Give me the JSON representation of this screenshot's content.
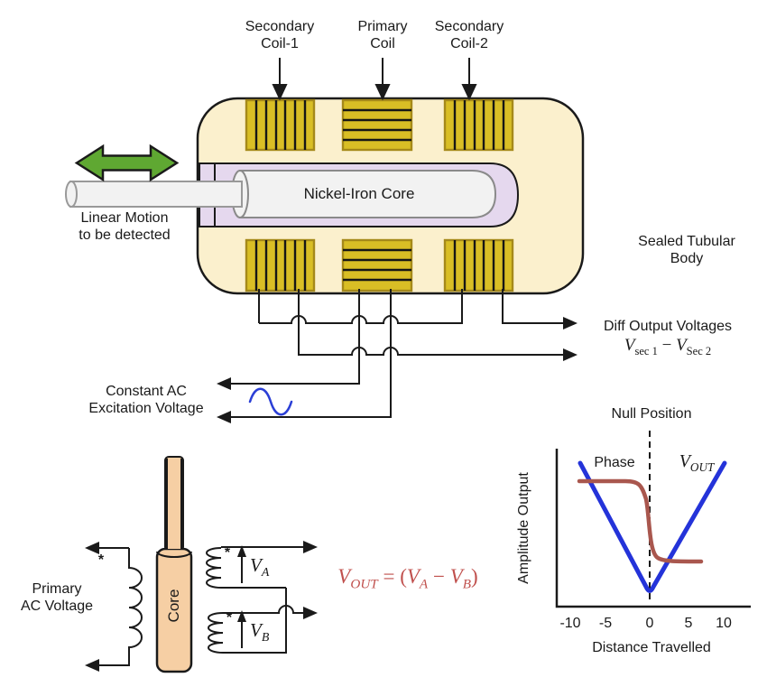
{
  "title_labels": {
    "secondary_coil_1": [
      "Secondary",
      "Coil-1"
    ],
    "primary_coil": [
      "Primary",
      "Coil"
    ],
    "secondary_coil_2": [
      "Secondary",
      "Coil-2"
    ]
  },
  "body": {
    "core_label": "Nickel-Iron Core",
    "sealed_body": [
      "Sealed Tubular",
      "Body"
    ],
    "linear_motion": [
      "Linear Motion",
      "to be detected"
    ]
  },
  "wiring": {
    "diff_output": "Diff Output Voltages",
    "vsec_formula": {
      "V1": "V",
      "sub1": "sec 1",
      "minus": " − ",
      "V2": "V",
      "sub2": "Sec 2"
    },
    "constant_ac": [
      "Constant AC",
      "Excitation Voltage"
    ]
  },
  "schematic": {
    "primary_ac": [
      "Primary",
      "AC Voltage"
    ],
    "core": "Core",
    "star": "*",
    "va": {
      "V": "V",
      "sub": "A"
    },
    "vb": {
      "V": "V",
      "sub": "B"
    },
    "formula": {
      "V": "V",
      "sub": "OUT",
      "eq": " = (",
      "Va": "V",
      "suba": "A",
      "minus": " − ",
      "Vb": "V",
      "subb": "B",
      "close": ")"
    }
  },
  "graph": {
    "title": "Null Position",
    "phase_label": "Phase",
    "vout_label": {
      "V": "V",
      "sub": "OUT"
    },
    "ylabel": "Amplitude Output",
    "xlabel": "Distance Travelled",
    "ticks": [
      "-10",
      "-5",
      "0",
      "5",
      "10"
    ]
  },
  "colors": {
    "body_fill": "#FBF0CD",
    "coil_fill": "#D9BE25",
    "coil_border": "#A5891A",
    "tube_fill": "#E5D8EE",
    "core_fill": "#F2F2F2",
    "motion_arrow_green": "#5FA832",
    "signal_blue": "#2B3FD6",
    "vout_curve_blue": "#2433D9",
    "phase_curve_red": "#A9574E",
    "formula_red": "#C0504D",
    "schematic_core_tan": "#F6CFA4"
  },
  "chart_data": {
    "type": "line",
    "title": "Null Position",
    "xlabel": "Distance Travelled",
    "ylabel": "Amplitude Output",
    "xticks": [
      -10,
      -5,
      0,
      5,
      10
    ],
    "xlim": [
      -12,
      12
    ],
    "grid": false,
    "legend_position": "inline labels",
    "series": [
      {
        "name": "V_OUT",
        "color": "#2433D9",
        "x": [
          -9,
          -5,
          0,
          5,
          10
        ],
        "y": [
          0.92,
          0.52,
          0.04,
          0.5,
          0.92
        ],
        "shape": "V-shaped amplitude magnitude with minimum at null position x=0"
      },
      {
        "name": "Phase",
        "color": "#A9574E",
        "x": [
          -8.5,
          -3,
          -1,
          0,
          1,
          3,
          7
        ],
        "y": [
          0.82,
          0.82,
          0.78,
          0.5,
          0.24,
          0.21,
          0.21
        ],
        "shape": "sigmoid step transition at x=0 from high phase to low phase"
      }
    ],
    "annotations": [
      "Null Position marked by vertical dashed line at x=0"
    ]
  }
}
